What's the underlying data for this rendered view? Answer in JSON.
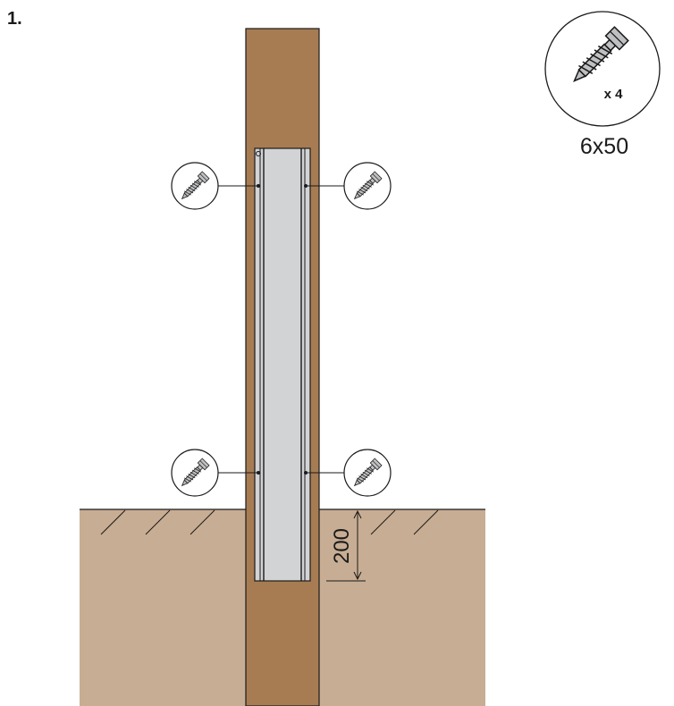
{
  "step": {
    "number": "1."
  },
  "hardware": {
    "quantity": "x 4",
    "size": "6x50",
    "icon": "screw-icon"
  },
  "dimension": {
    "depth": "200"
  },
  "colors": {
    "post": "#A77C53",
    "ground": "#C7AD93",
    "sleeve": "#D2D3D5",
    "outline": "#1A1A1A"
  }
}
